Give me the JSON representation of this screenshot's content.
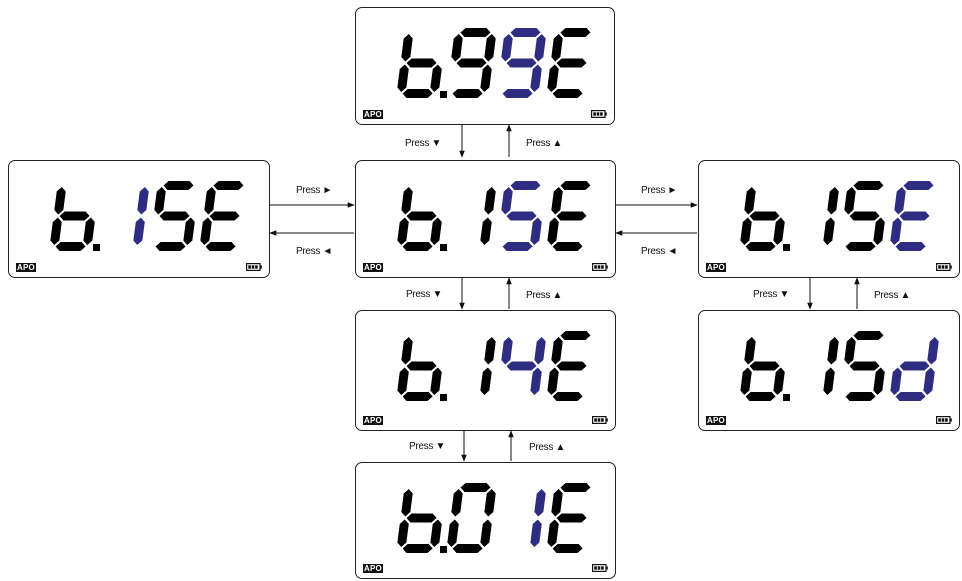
{
  "colors": {
    "segment_on": "#000000",
    "segment_highlight": "#2e2d82",
    "border": "#222222"
  },
  "indicators": {
    "apo_label": "APO",
    "battery_icon": "battery-full-icon"
  },
  "displays": [
    {
      "id": "top",
      "text": "b.99E",
      "highlight_char": 2
    },
    {
      "id": "left",
      "text": "b.15E",
      "highlight_char": 1
    },
    {
      "id": "center",
      "text": "b.15E",
      "highlight_char": 2
    },
    {
      "id": "right",
      "text": "b.15E",
      "highlight_char": 3
    },
    {
      "id": "center-lower",
      "text": "b.14E",
      "highlight_char": 2
    },
    {
      "id": "right-lower",
      "text": "b.15d",
      "highlight_char": 3
    },
    {
      "id": "bottom",
      "text": "b.01E",
      "highlight_char": 2
    }
  ],
  "transitions": [
    {
      "id": "top-to-center",
      "label": "Press ▼"
    },
    {
      "id": "center-to-top",
      "label": "Press ▲"
    },
    {
      "id": "left-to-center",
      "label": "Press ►"
    },
    {
      "id": "center-to-left",
      "label": "Press ◄"
    },
    {
      "id": "center-to-right",
      "label": "Press ►"
    },
    {
      "id": "right-to-center",
      "label": "Press ◄"
    },
    {
      "id": "center-to-center-lower",
      "label": "Press ▼"
    },
    {
      "id": "center-lower-to-center",
      "label": "Press ▲"
    },
    {
      "id": "right-to-right-lower",
      "label": "Press ▼"
    },
    {
      "id": "right-lower-to-right",
      "label": "Press ▲"
    },
    {
      "id": "center-lower-to-bottom",
      "label": "Press ▼"
    },
    {
      "id": "bottom-to-center-lower",
      "label": "Press ▲"
    }
  ]
}
